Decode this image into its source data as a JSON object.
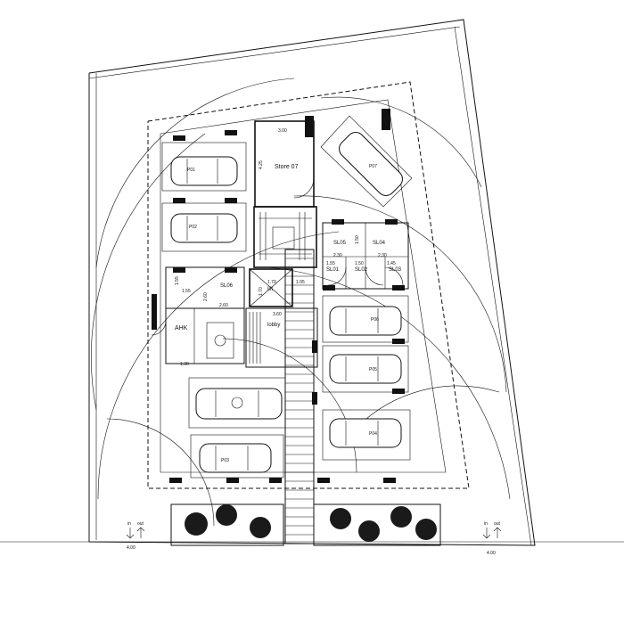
{
  "spaces": {
    "parking": [
      "P01",
      "P02",
      "P03",
      "P04",
      "P05",
      "P06",
      "P07"
    ],
    "storage": [
      "SL01",
      "SL02",
      "SL03",
      "SL04",
      "SL05",
      "SL06"
    ],
    "store_label": "Store 07",
    "lift_label": "lift",
    "lobby_label": "lobby",
    "ahk_label": "AHK"
  },
  "dimensions": {
    "store_width": "3.00",
    "store_depth": "4.25",
    "sl05_w": "2.30",
    "sl05_h": "1.50",
    "sl03_w": "2.30",
    "sl01_w": "1.55",
    "sl02_w": "1.50",
    "sl03_b": "1.45",
    "sl06_a": "1.55",
    "sl06_b": "2.60",
    "sl06_c": "2.60",
    "sl06_d": "1.55",
    "lift_w": "1.70",
    "lift_h": "1.70",
    "lift_side": "1.05",
    "lobby_w": "3.60",
    "ahk_w": "1.30",
    "ramp_left": "4.00",
    "ramp_right": "4.00"
  },
  "ramps": {
    "left_in": "in",
    "left_out": "out",
    "right_in": "in",
    "right_out": "out"
  }
}
